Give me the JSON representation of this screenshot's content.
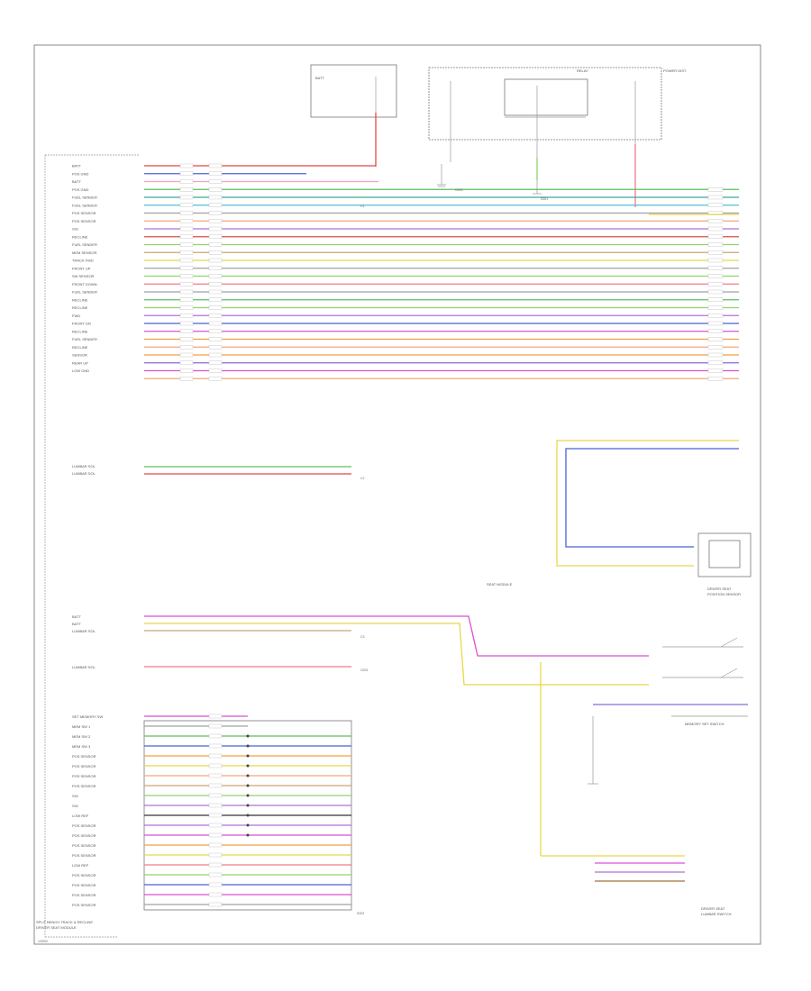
{
  "page": {
    "footer_code": "1/0000"
  },
  "components": {
    "main_module_label": [
      "SPLIT BENCH TRACK & RECLINE",
      "DRIVER SEAT MODULE"
    ],
    "memory_seat_switch_label": [
      "DRIVER SEAT",
      "LUMBAR SWITCH",
      "SEAT MODULE"
    ],
    "memory_switch_label": "MEMORY SET SWITCH",
    "driver_seat_pos_sensor_label": [
      "DRIVER SEAT",
      "POSITION SENSOR"
    ],
    "pdc_label": [
      "BATT",
      "RELAY",
      "POWER DIST."
    ]
  },
  "left_labels": [
    "BATT",
    "POS GND",
    "BATT",
    "POS GND",
    "FUEL SENDER",
    "FUEL SENDER",
    "POS SENSOR",
    "POS SENSOR",
    "SIG",
    "RECLINE",
    "FUEL SENDER",
    "MEM SENSOR",
    "TRACK FWD",
    "FRONT UP",
    "SW SENSOR",
    "FRONT DOWN",
    "FUEL SENDER",
    "RECLINE",
    "RECLINE",
    "FWD",
    "FRONT DN",
    "RECLINE",
    "FUEL SENDER",
    "RECLINE",
    "SENSOR",
    "REAR UP",
    "LOW GND"
  ],
  "mid_left_labels": [
    "LUMBAR SOL",
    "LUMBAR SOL"
  ],
  "lumbar_labels": [
    "BATT",
    "BATT",
    "LUMBAR SOL",
    "LUMBAR SOL"
  ],
  "bottom_labels": [
    "SET MEMORY SW",
    "MEM SW 1",
    "MEM SW 2",
    "MEM SW 3",
    "POS SENSOR",
    "POS SENSOR",
    "POS SENSOR",
    "POS SENSOR",
    "SIG",
    "SIG",
    "LOW REF",
    "POS SENSOR",
    "POS SENSOR",
    "POS SENSOR",
    "POS SENSOR",
    "LOW REF",
    "POS SENSOR",
    "POS SENSOR",
    "POS SENSOR",
    "POS SENSOR"
  ],
  "connector_tags": [
    "C1",
    "C2",
    "C3",
    "G201",
    "G202",
    "S201",
    "S202"
  ],
  "legend": {
    "colors": {
      "red": "#e04848",
      "pink": "#f07a8f",
      "green": "#5cbf5c",
      "lime": "#8fd46a",
      "blue": "#4a62d6",
      "purple": "#b070d8",
      "magenta": "#dc4fd0",
      "violet": "#8a6bd8",
      "yellow": "#e8d84a",
      "orange": "#f0a040",
      "tan": "#c8a870",
      "brown": "#a0703a",
      "cyan": "#4ac0d8",
      "grey": "#a0a0a0",
      "black": "#333333",
      "peach": "#f4a878",
      "lightpink": "#f2a2c2",
      "teal": "#3aa8a0"
    }
  }
}
